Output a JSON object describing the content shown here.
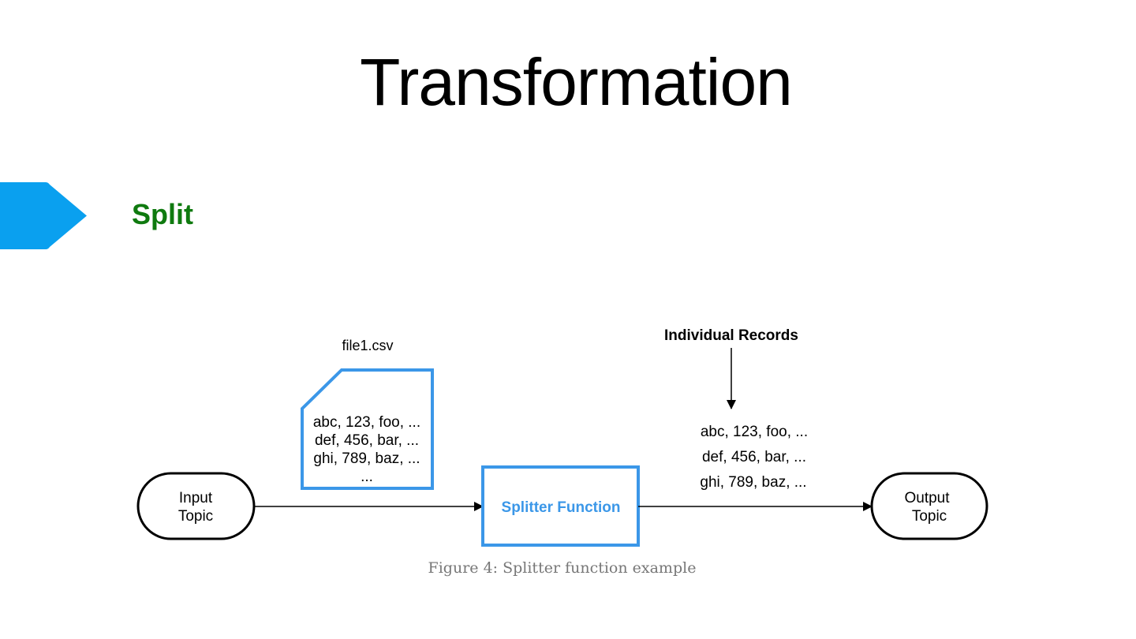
{
  "slide": {
    "title": "Transformation",
    "section_label": "Split",
    "accent_color": "#0aa0ef",
    "section_label_color": "#0f7a0f"
  },
  "diagram": {
    "input_node": {
      "line1": "Input",
      "line2": "Topic"
    },
    "output_node": {
      "line1": "Output",
      "line2": "Topic"
    },
    "function_box": {
      "label": "Splitter Function",
      "color": "#3b97e8"
    },
    "file": {
      "name": "file1.csv",
      "lines": [
        "abc, 123, foo, ...",
        "def, 456, bar, ...",
        "ghi, 789, baz, ...",
        "..."
      ]
    },
    "records": {
      "heading": "Individual Records",
      "lines": [
        "abc, 123, foo, ...",
        "def, 456, bar, ...",
        "ghi, 789, baz, ..."
      ]
    }
  },
  "caption": "Figure 4: Splitter function example"
}
